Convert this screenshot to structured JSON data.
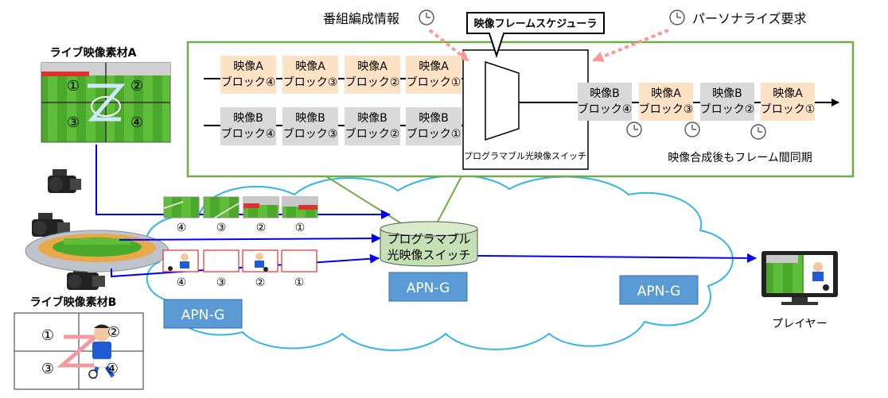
{
  "top": {
    "program_schedule_label": "番組編成情報",
    "scheduler_title": "映像フレームスケジューラ",
    "personalize_label": "パーソナライズ要求"
  },
  "panel": {
    "rowA": [
      [
        "映像A",
        "ブロック④"
      ],
      [
        "映像A",
        "ブロック③"
      ],
      [
        "映像A",
        "ブロック②"
      ],
      [
        "映像A",
        "ブロック①"
      ]
    ],
    "rowB": [
      [
        "映像B",
        "ブロック④"
      ],
      [
        "映像B",
        "ブロック③"
      ],
      [
        "映像B",
        "ブロック②"
      ],
      [
        "映像B",
        "ブロック①"
      ]
    ],
    "output": [
      [
        "映像B",
        "ブロック④",
        "gray"
      ],
      [
        "映像A",
        "ブロック③",
        "orange"
      ],
      [
        "映像B",
        "ブロック②",
        "gray"
      ],
      [
        "映像A",
        "ブロック①",
        "orange"
      ]
    ],
    "switch_label": "プログラマブル光映像スイッチ",
    "sync_label": "映像合成後もフレーム間同期"
  },
  "sources": {
    "a_title": "ライブ映像素材A",
    "b_title": "ライブ映像素材B",
    "grid_numbers": [
      "①",
      "②",
      "③",
      "④"
    ]
  },
  "network": {
    "frame_numbers": [
      "④",
      "③",
      "②",
      "①"
    ],
    "switch_line1": "プログラマブル",
    "switch_line2": "光映像スイッチ",
    "apn_label": "APN-G",
    "player_label": "プレイヤー"
  },
  "colors": {
    "orange_block": "#fde2c6",
    "gray_block": "#d9d9d9",
    "panel_border": "#70ad47",
    "apn_fill": "#5b9bd5",
    "arrow_blue": "#0000ff",
    "dotted_red": "#ff9999",
    "cloud_stroke": "#33b5ea"
  }
}
